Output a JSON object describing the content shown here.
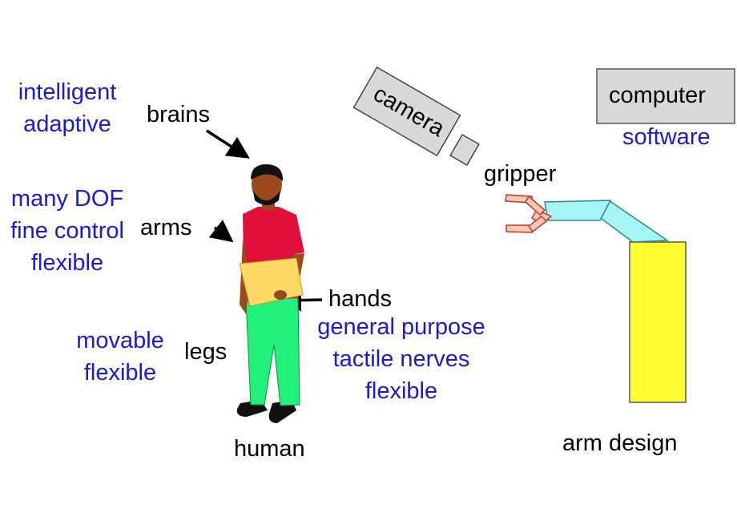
{
  "human": {
    "left_group_1": [
      "intelligent",
      "adaptive"
    ],
    "left_group_2": [
      "many DOF",
      "fine control",
      "flexible"
    ],
    "left_group_3": [
      "movable",
      "flexible"
    ],
    "right_group": [
      "general purpose",
      "tactile nerves",
      "flexible"
    ],
    "labels": {
      "brains": "brains",
      "arms": "arms",
      "hands": "hands",
      "legs": "legs",
      "caption": "human"
    }
  },
  "robot": {
    "camera": "camera",
    "computer": "computer",
    "software": "software",
    "gripper": "gripper",
    "caption": "arm design"
  },
  "colors": {
    "annotation_blue": "#1a1ad6",
    "shirt": "#e0103a",
    "pants": "#22f07a",
    "folder": "#ffd966",
    "skin": "#9a4a1c",
    "arm_segment": "#a6f4f4",
    "arm_base": "#ffff33",
    "gripper": "#f7c9b4",
    "camera_box": "#d9d9d9"
  }
}
